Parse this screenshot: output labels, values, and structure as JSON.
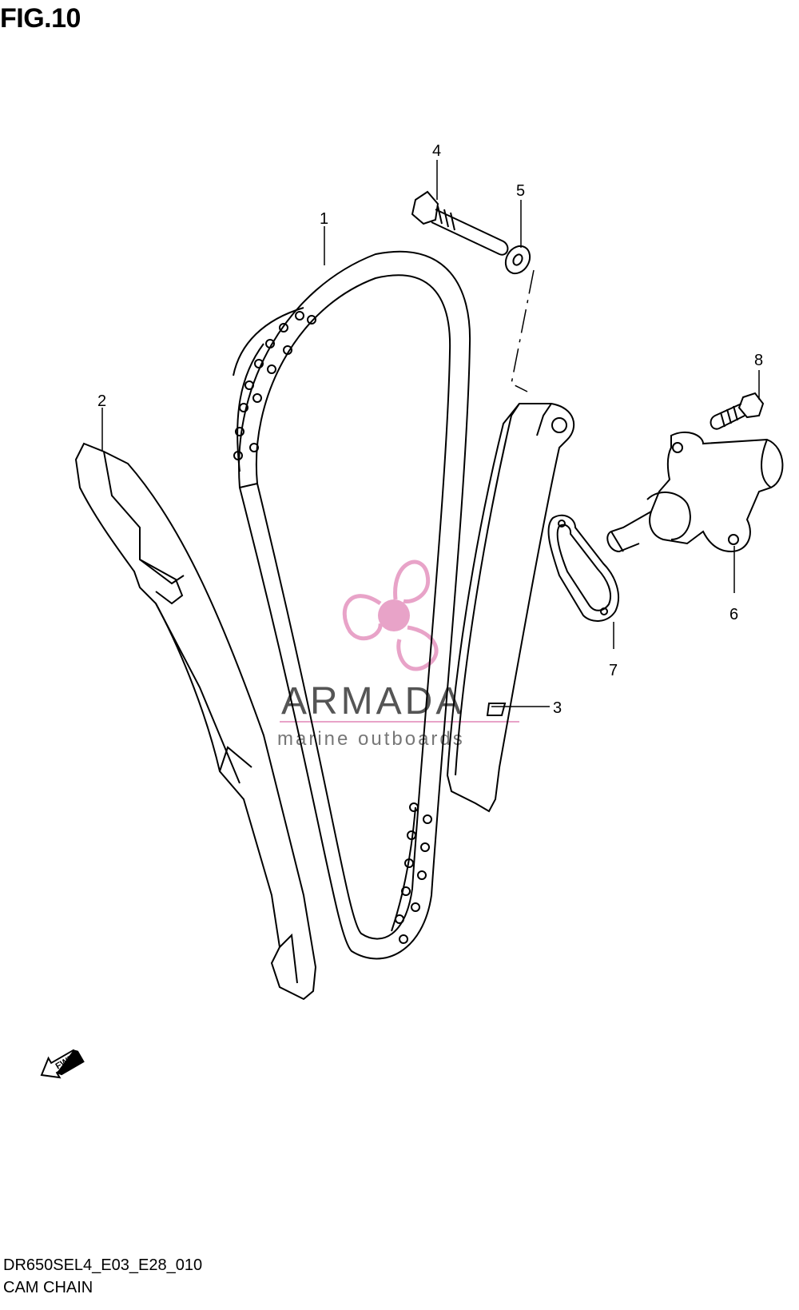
{
  "figure": {
    "title": "FIG.10"
  },
  "callouts": [
    {
      "id": "1",
      "label": "1"
    },
    {
      "id": "2",
      "label": "2"
    },
    {
      "id": "3",
      "label": "3"
    },
    {
      "id": "4",
      "label": "4"
    },
    {
      "id": "5",
      "label": "5"
    },
    {
      "id": "6",
      "label": "6"
    },
    {
      "id": "7",
      "label": "7"
    },
    {
      "id": "8",
      "label": "8"
    }
  ],
  "direction_marker": {
    "label": "FWD"
  },
  "watermark": {
    "title": "ARMADA",
    "subtitle": "marine outboards",
    "colors": {
      "logo": "#e8a3c8",
      "title": "#555555",
      "subtitle": "#777777",
      "rule": "#e8a3c8"
    }
  },
  "footer": {
    "model_code": "DR650SEL4_E03_E28_010",
    "section_name": "CAM CHAIN"
  }
}
